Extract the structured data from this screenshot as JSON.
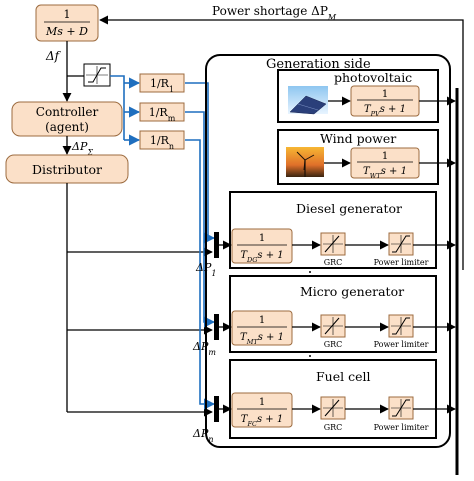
{
  "power_shortage_label": "Power shortage ΔP",
  "power_shortage_sub": "M",
  "swing_block": {
    "numerator": "1",
    "denominator": "Ms + D"
  },
  "delta_f_label": "Δf",
  "controller_line1": "Controller",
  "controller_line2": "(agent)",
  "delta_p_sigma_label": "ΔP",
  "delta_p_sigma_sub": "Σ",
  "distributor_label": "Distributor",
  "droop_blocks": [
    {
      "base": "1/R",
      "sub": "1"
    },
    {
      "base": "1/R",
      "sub": "m"
    },
    {
      "base": "1/R",
      "sub": "n"
    }
  ],
  "generation_side_label": "Generation side",
  "pv": {
    "title": "photovoltaic",
    "numerator": "1",
    "den_T": "T",
    "den_sub": "PV",
    "den_rest": "s + 1",
    "image_label": "solar panel photo"
  },
  "wind": {
    "title": "Wind power",
    "numerator": "1",
    "den_T": "T",
    "den_sub": "WT",
    "den_rest": "s + 1",
    "image_label": "wind turbine photo"
  },
  "generators": [
    {
      "title": "Diesel generator",
      "numerator": "1",
      "den_T": "T",
      "den_sub": "DG",
      "den_rest": "s + 1",
      "grc_label": "GRC",
      "limiter_label": "Power limiter",
      "input_base": "ΔP",
      "input_sub": "1"
    },
    {
      "title": "Micro generator",
      "numerator": "1",
      "den_T": "T",
      "den_sub": "MT",
      "den_rest": "s + 1",
      "grc_label": "GRC",
      "limiter_label": "Power limiter",
      "input_base": "ΔP",
      "input_sub": "m"
    },
    {
      "title": "Fuel cell",
      "numerator": "1",
      "den_T": "T",
      "den_sub": "FC",
      "den_rest": "s + 1",
      "grc_label": "GRC",
      "limiter_label": "Power limiter",
      "input_base": "ΔP",
      "input_sub": "n"
    }
  ],
  "colors": {
    "block_fill": "#fbe0c8",
    "block_stroke": "#9c6b3f",
    "signal_blue": "#1f6fbf",
    "line": "#000000"
  }
}
